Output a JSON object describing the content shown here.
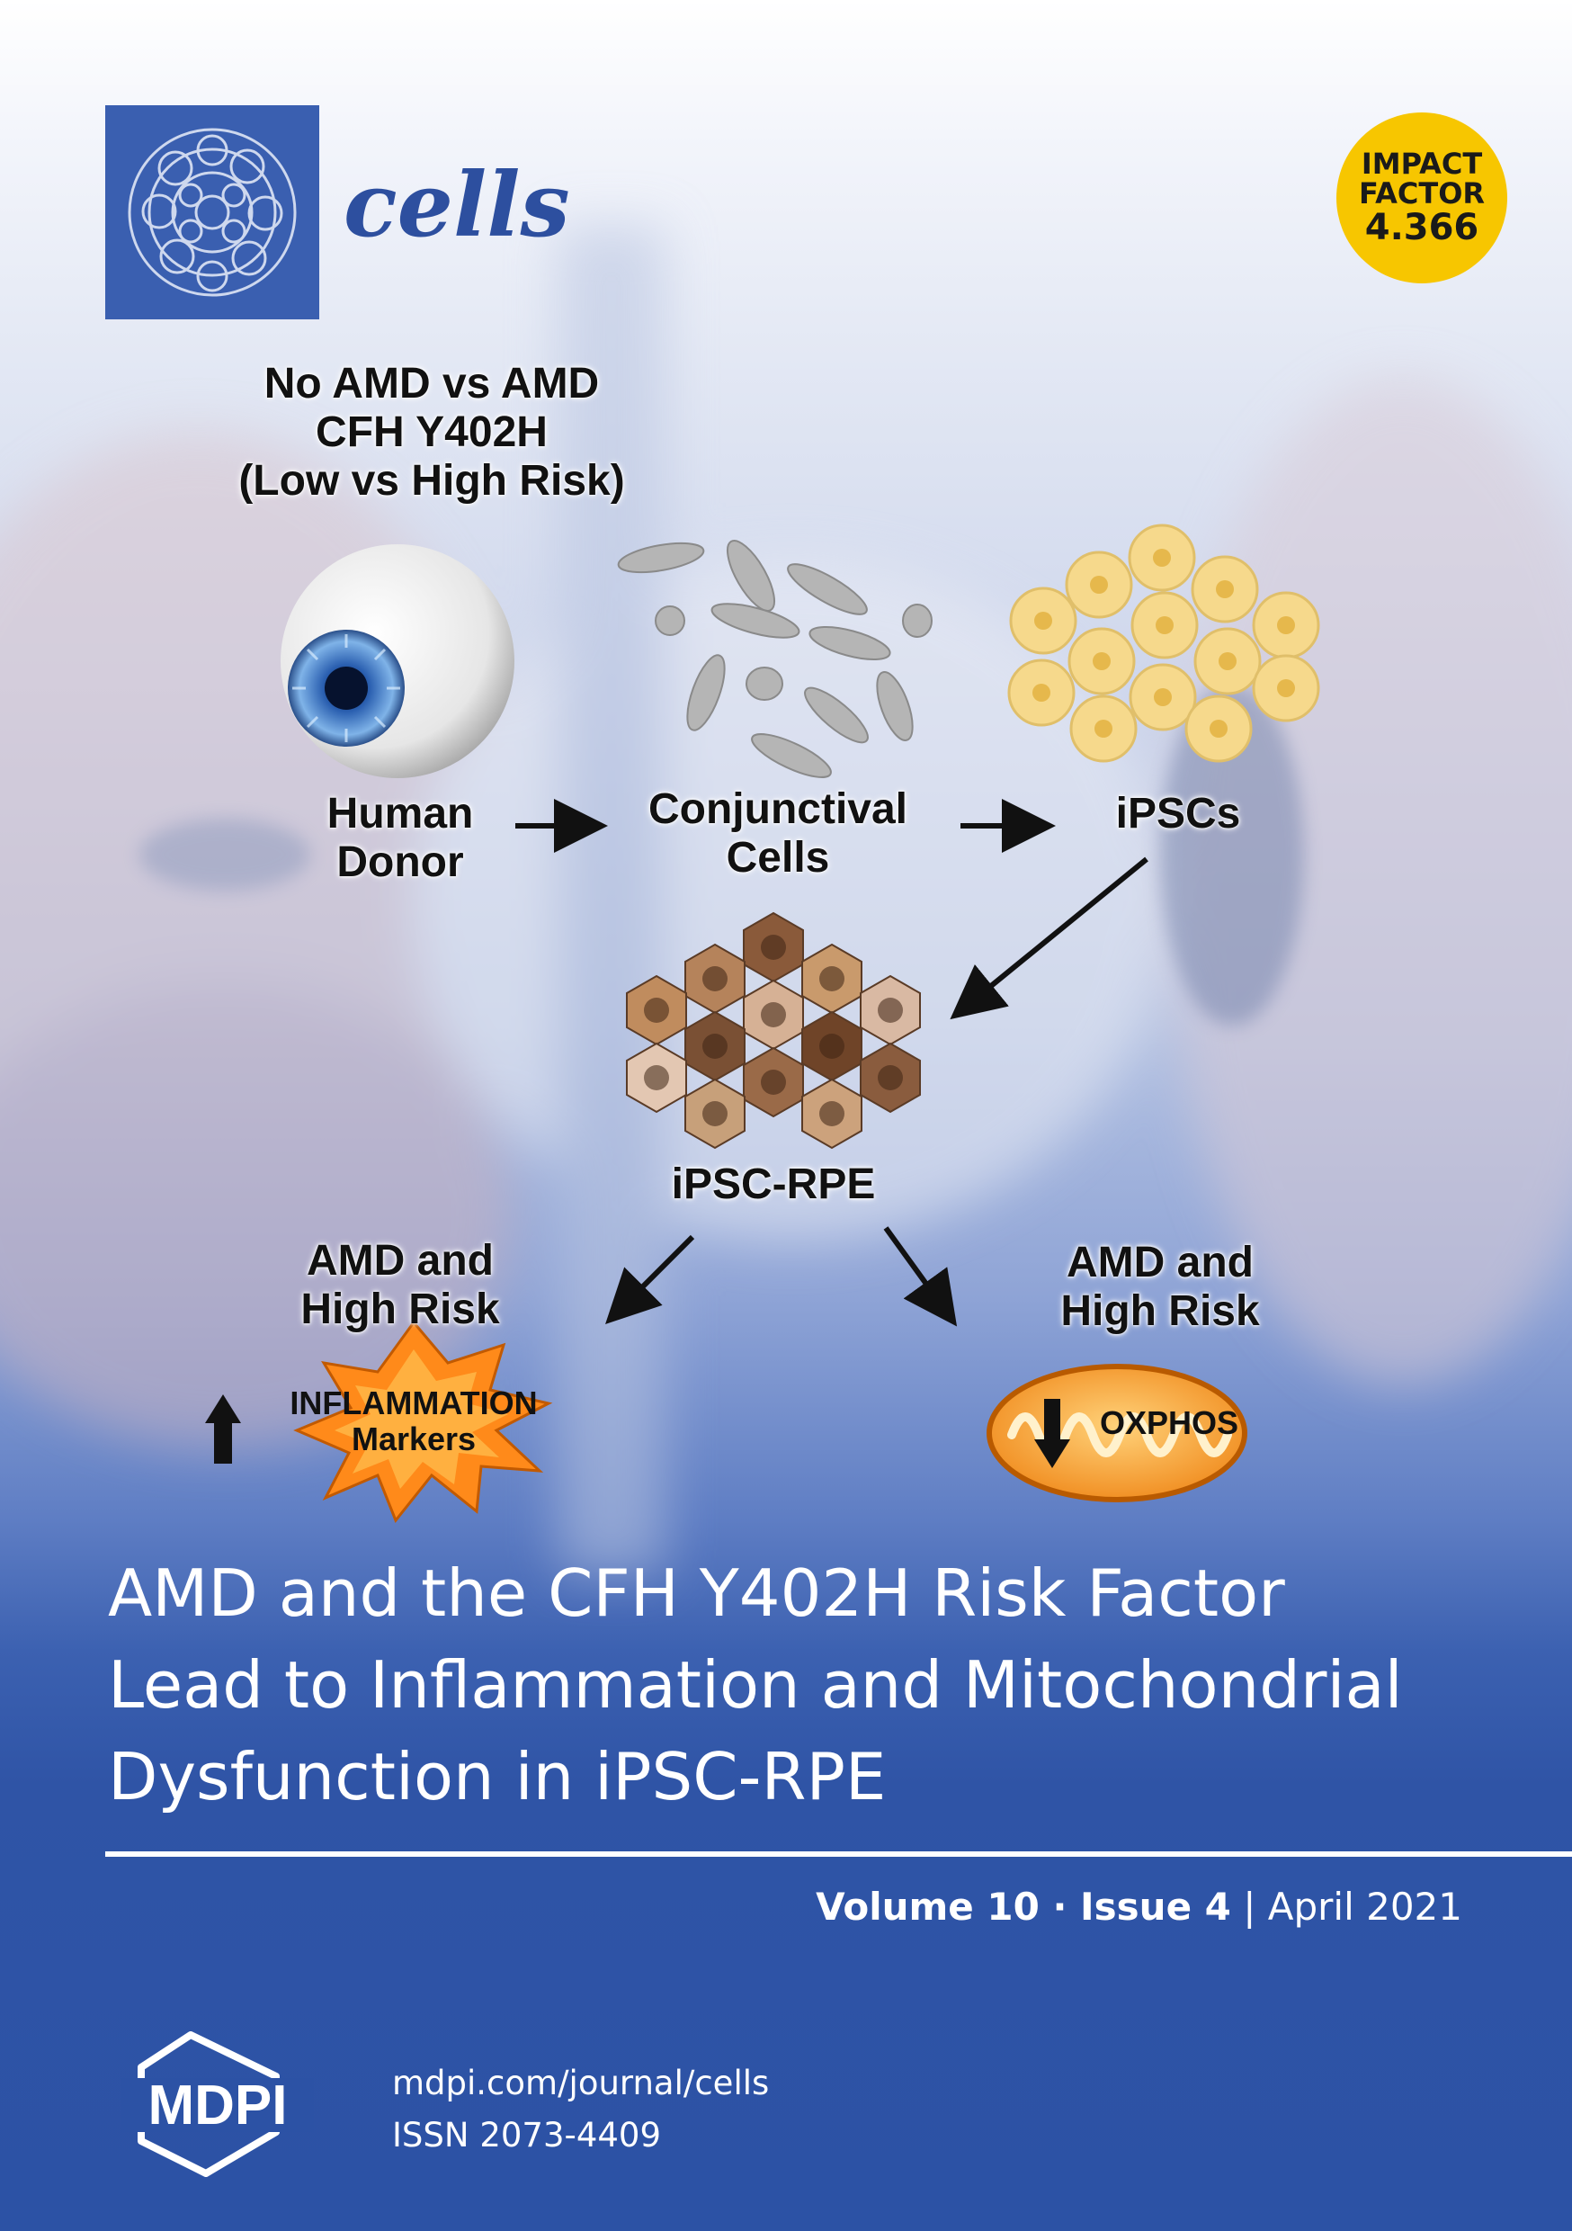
{
  "journal": {
    "name": "cells",
    "impact_factor": {
      "line1": "IMPACT",
      "line2": "FACTOR",
      "value": "4.366"
    }
  },
  "diagram": {
    "heading": [
      "No AMD vs AMD",
      "CFH Y402H",
      "(Low vs High Risk)"
    ],
    "human_donor": [
      "Human",
      "Donor"
    ],
    "conjunctival": [
      "Conjunctival",
      "Cells"
    ],
    "ipscs": "iPSCs",
    "ipsc_rpe": "iPSC-RPE",
    "left_risk": [
      "AMD and",
      "High Risk"
    ],
    "right_risk": [
      "AMD and",
      "High Risk"
    ],
    "inflammation": [
      "INFLAMMATION",
      "Markers"
    ],
    "oxphos": "OXPHOS"
  },
  "article": {
    "title_lines": [
      "AMD and the CFH Y402H Risk Factor",
      "Lead to Inflammation and Mitochondrial",
      "Dysfunction in iPSC-RPE"
    ]
  },
  "issue": {
    "volume": "Volume 10",
    "sep": " · ",
    "issue": "Issue 4",
    "divider": " | ",
    "date": "April 2021"
  },
  "publisher": {
    "name": "MDPI",
    "url": "mdpi.com/journal/cells",
    "issn": "ISSN 2073-4409"
  },
  "colors": {
    "brand_blue": "#2c52a5",
    "impact_yellow": "#f7c600",
    "logo_blue": "#3a5fb0"
  }
}
